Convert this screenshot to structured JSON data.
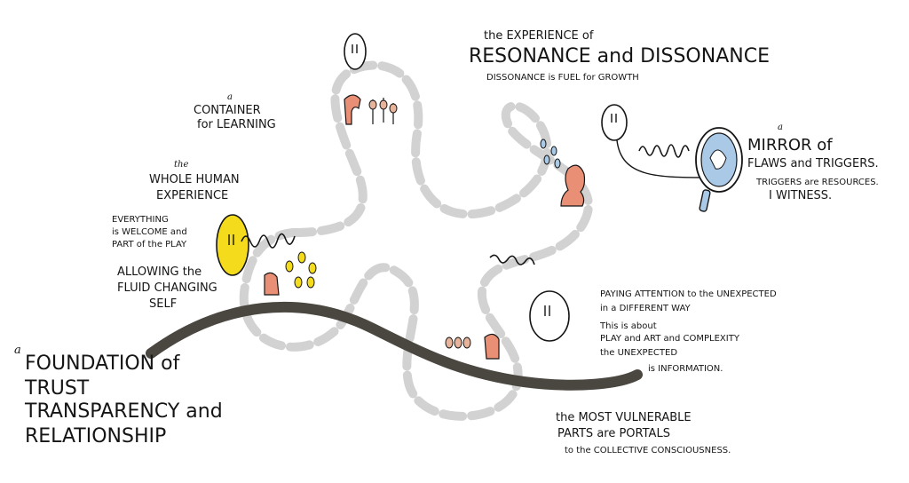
{
  "labels": {
    "foundation_a": "a",
    "foundation_line1": "FOUNDATION of",
    "foundation_line2": "TRUST",
    "foundation_line3": "TRANSPARENCY and",
    "foundation_line4": "RELATIONSHIP",
    "container_a": "a",
    "container_line1": "CONTAINER",
    "container_line2": "for LEARNING",
    "whole_the": "the",
    "whole_line1": "WHOLE HUMAN",
    "whole_line2": "EXPERIENCE",
    "everything_line1": "EVERYTHING",
    "everything_line2": "is WELCOME and",
    "everything_line3": "PART of the PLAY",
    "allowing_line1": "ALLOWING the",
    "allowing_line2": "FLUID CHANGING",
    "allowing_line3": "SELF",
    "resonance_line1": "the EXPERIENCE of",
    "resonance_line2": "RESONANCE and DISSONANCE",
    "resonance_line3": "DISSONANCE is FUEL for GROWTH",
    "mirror_a": "a",
    "mirror_line1": "MIRROR of",
    "mirror_line2": "FLAWS and TRIGGERS.",
    "mirror_line3": "TRIGGERS are RESOURCES.",
    "mirror_line4": "I WITNESS.",
    "paying_line1": "PAYING ATTENTION to the UNEXPECTED",
    "paying_line2": "in a DIFFERENT WAY",
    "paying_line3": "This is about",
    "paying_line4": "PLAY and ART and COMPLEXITY",
    "paying_line5": "the UNEXPECTED",
    "paying_line6": "is INFORMATION.",
    "vulnerable_line1": "the MOST VULNERABLE",
    "vulnerable_line2": "PARTS are PORTALS",
    "vulnerable_line3": "to the COLLECTIVE CONSCIOUSNESS."
  },
  "colors": {
    "ground": "#4a4640",
    "path": "#d2d2d2",
    "ink": "#151515",
    "yellow": "#f4dc1c",
    "salmon": "#e98f76",
    "blue": "#a9c9e6",
    "peach": "#e8b39b"
  },
  "icons": [
    "speech-bubble-icon",
    "mirror-icon",
    "squiggle-icon",
    "figure-icon"
  ]
}
